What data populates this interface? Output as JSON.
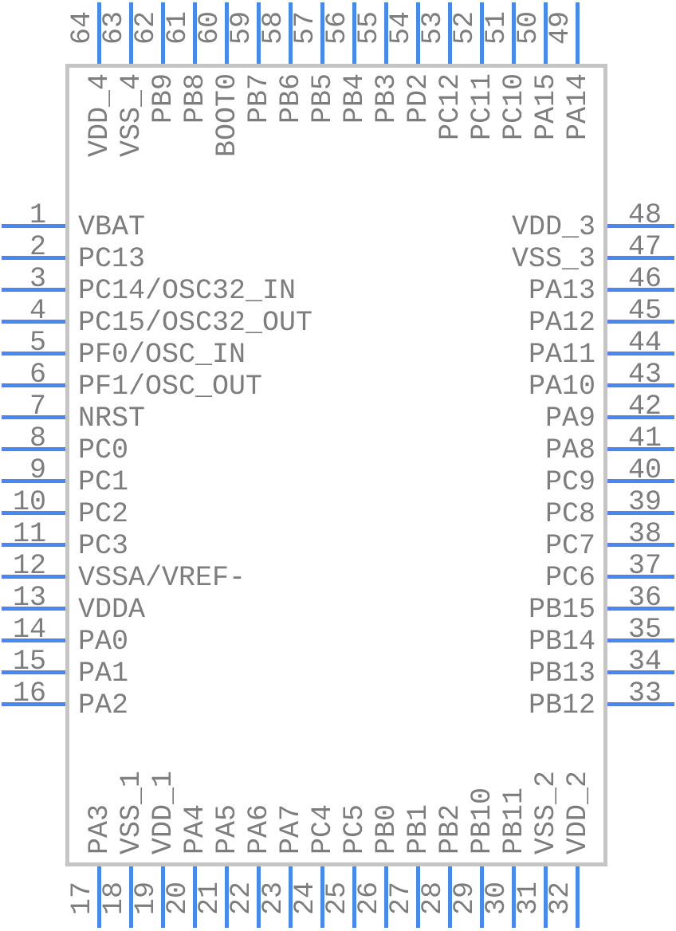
{
  "diagram": {
    "type": "ic-pinout",
    "package_pin_count": 64,
    "colors": {
      "pin_lead": "#4a87eb",
      "body_outline": "#c5c5c5",
      "label_text": "#7d7d7d",
      "background": "#ffffff"
    },
    "pins": {
      "left": [
        {
          "num": "1",
          "name": "VBAT"
        },
        {
          "num": "2",
          "name": "PC13"
        },
        {
          "num": "3",
          "name": "PC14/OSC32_IN"
        },
        {
          "num": "4",
          "name": "PC15/OSC32_OUT"
        },
        {
          "num": "5",
          "name": "PF0/OSC_IN"
        },
        {
          "num": "6",
          "name": "PF1/OSC_OUT"
        },
        {
          "num": "7",
          "name": "NRST"
        },
        {
          "num": "8",
          "name": "PC0"
        },
        {
          "num": "9",
          "name": "PC1"
        },
        {
          "num": "10",
          "name": "PC2"
        },
        {
          "num": "11",
          "name": "PC3"
        },
        {
          "num": "12",
          "name": "VSSA/VREF-"
        },
        {
          "num": "13",
          "name": "VDDA"
        },
        {
          "num": "14",
          "name": "PA0"
        },
        {
          "num": "15",
          "name": "PA1"
        },
        {
          "num": "16",
          "name": "PA2"
        }
      ],
      "right": [
        {
          "num": "48",
          "name": "VDD_3"
        },
        {
          "num": "47",
          "name": "VSS_3"
        },
        {
          "num": "46",
          "name": "PA13"
        },
        {
          "num": "45",
          "name": "PA12"
        },
        {
          "num": "44",
          "name": "PA11"
        },
        {
          "num": "43",
          "name": "PA10"
        },
        {
          "num": "42",
          "name": "PA9"
        },
        {
          "num": "41",
          "name": "PA8"
        },
        {
          "num": "40",
          "name": "PC9"
        },
        {
          "num": "39",
          "name": "PC8"
        },
        {
          "num": "38",
          "name": "PC7"
        },
        {
          "num": "37",
          "name": "PC6"
        },
        {
          "num": "36",
          "name": "PB15"
        },
        {
          "num": "35",
          "name": "PB14"
        },
        {
          "num": "34",
          "name": "PB13"
        },
        {
          "num": "33",
          "name": "PB12"
        }
      ],
      "top": [
        {
          "num": "64",
          "name": "VDD_4"
        },
        {
          "num": "63",
          "name": "VSS_4"
        },
        {
          "num": "62",
          "name": "PB9"
        },
        {
          "num": "61",
          "name": "PB8"
        },
        {
          "num": "60",
          "name": "BOOT0"
        },
        {
          "num": "59",
          "name": "PB7"
        },
        {
          "num": "58",
          "name": "PB6"
        },
        {
          "num": "57",
          "name": "PB5"
        },
        {
          "num": "56",
          "name": "PB4"
        },
        {
          "num": "55",
          "name": "PB3"
        },
        {
          "num": "54",
          "name": "PD2"
        },
        {
          "num": "53",
          "name": "PC12"
        },
        {
          "num": "52",
          "name": "PC11"
        },
        {
          "num": "51",
          "name": "PC10"
        },
        {
          "num": "50",
          "name": "PA15"
        },
        {
          "num": "49",
          "name": "PA14"
        }
      ],
      "bottom": [
        {
          "num": "17",
          "name": "PA3"
        },
        {
          "num": "18",
          "name": "VSS_1"
        },
        {
          "num": "19",
          "name": "VDD_1"
        },
        {
          "num": "20",
          "name": "PA4"
        },
        {
          "num": "21",
          "name": "PA5"
        },
        {
          "num": "22",
          "name": "PA6"
        },
        {
          "num": "23",
          "name": "PA7"
        },
        {
          "num": "24",
          "name": "PC4"
        },
        {
          "num": "25",
          "name": "PC5"
        },
        {
          "num": "26",
          "name": "PB0"
        },
        {
          "num": "27",
          "name": "PB1"
        },
        {
          "num": "28",
          "name": "PB2"
        },
        {
          "num": "29",
          "name": "PB10"
        },
        {
          "num": "30",
          "name": "PB11"
        },
        {
          "num": "31",
          "name": "VSS_2"
        },
        {
          "num": "32",
          "name": "VDD_2"
        }
      ]
    }
  }
}
